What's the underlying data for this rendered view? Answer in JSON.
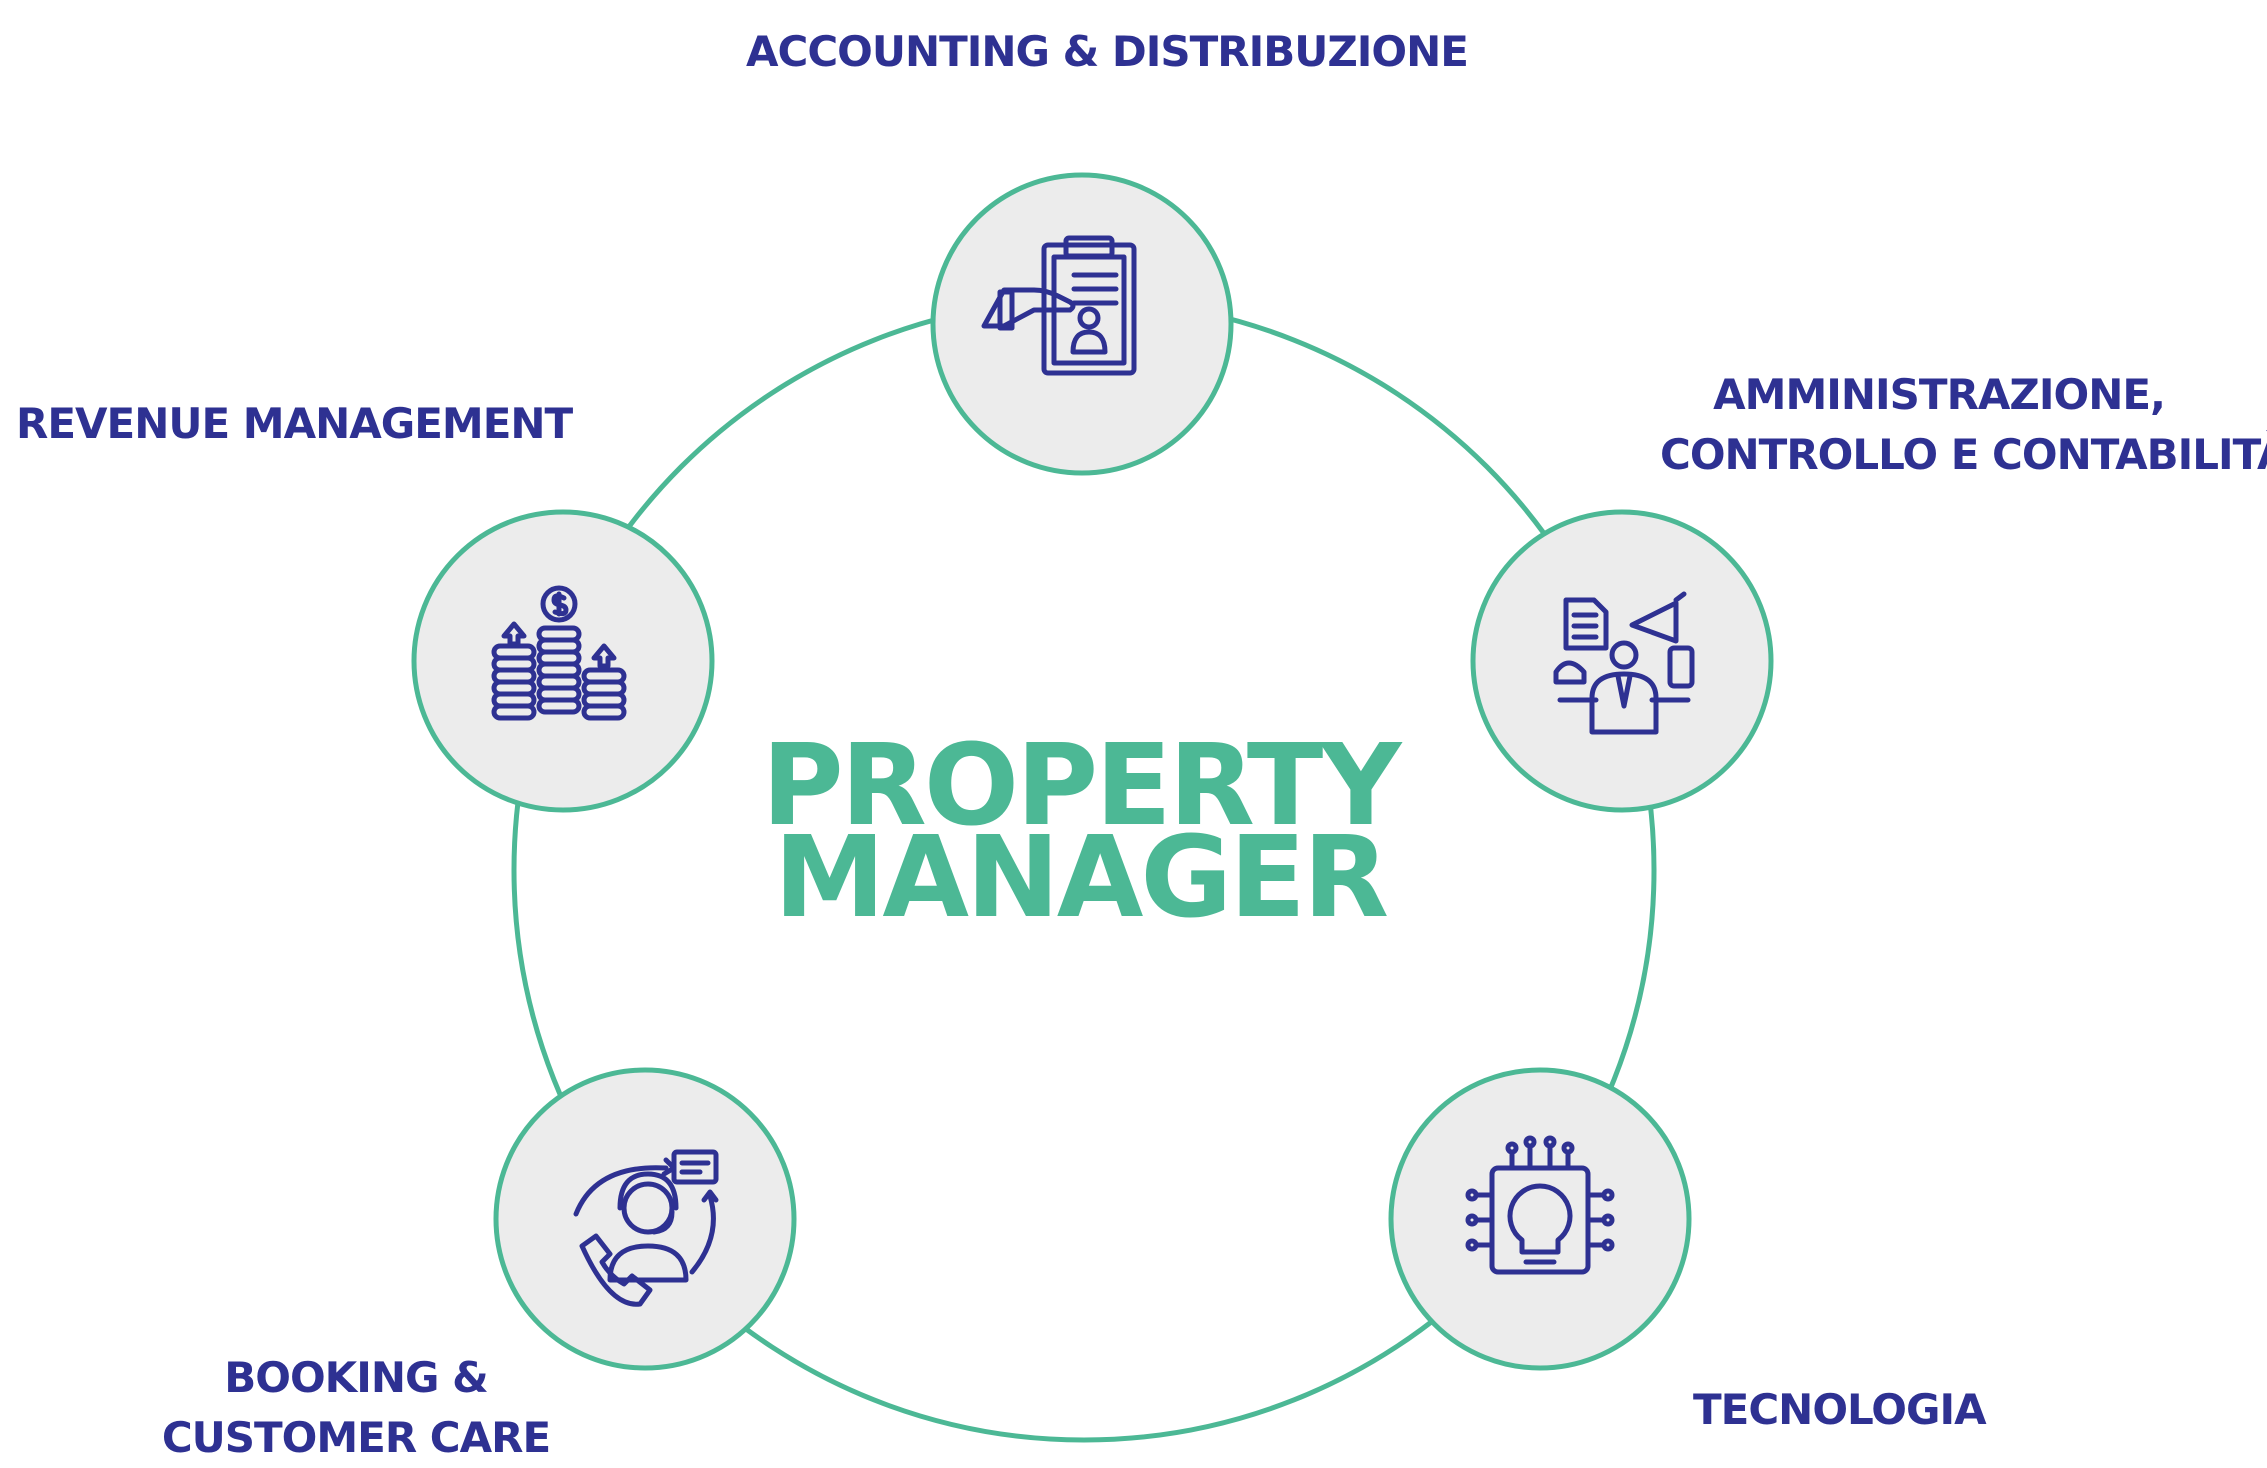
{
  "center": {
    "line1": "PROPERTY",
    "line2": "MANAGER"
  },
  "nodes": [
    {
      "id": "accounting",
      "icon": "clipboard-profile-icon",
      "label_lines": [
        "ACCOUNTING & DISTRIBUZIONE"
      ]
    },
    {
      "id": "amministrazione",
      "icon": "multitasking-manager-icon",
      "label_lines": [
        "AMMINISTRAZIONE,",
        "CONTROLLO E CONTABILITÀ"
      ]
    },
    {
      "id": "tecnologia",
      "icon": "circuit-lightbulb-icon",
      "label_lines": [
        "TECNOLOGIA"
      ]
    },
    {
      "id": "booking",
      "icon": "customer-support-icon",
      "label_lines": [
        "BOOKING &",
        "CUSTOMER CARE"
      ]
    },
    {
      "id": "revenue",
      "icon": "coin-stacks-growth-icon",
      "label_lines": [
        "REVENUE MANAGEMENT"
      ]
    }
  ],
  "colors": {
    "ring": "#4cb895",
    "node_fill": "#ececec",
    "icon": "#2e3192",
    "label": "#2e3192",
    "title": "#4cb895"
  }
}
